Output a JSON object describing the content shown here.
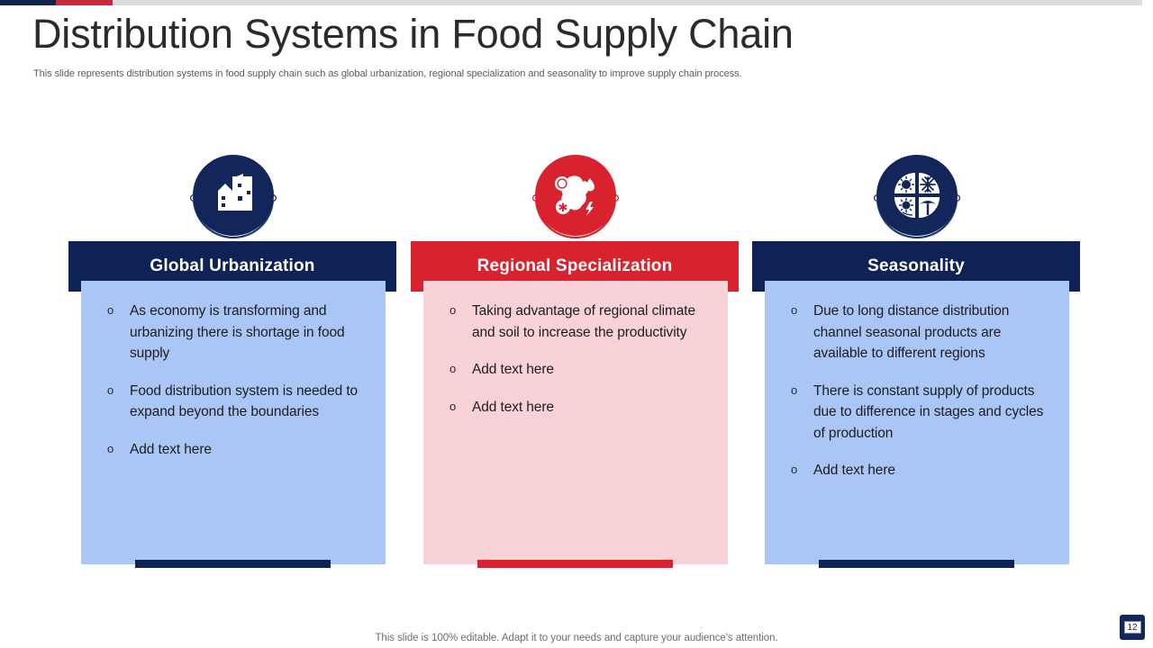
{
  "topbar": {
    "segments": [
      {
        "name": "navy",
        "color": "#15244f"
      },
      {
        "name": "red",
        "color": "#c8283c"
      },
      {
        "name": "gray",
        "color": "#dcdcdc"
      }
    ]
  },
  "header": {
    "title": "Distribution Systems in Food Supply Chain",
    "subtitle": "This slide represents distribution systems in food supply chain such as global urbanization, regional specialization and seasonality to improve supply chain process."
  },
  "columns": [
    {
      "icon": "city-buildings-icon",
      "icon_disc_color": "#13265c",
      "accent_color": "#0e2255",
      "header_color": "#0e2255",
      "body_color": "#aac6f7",
      "title": "Global Urbanization",
      "bullets": [
        "As economy is transforming and urbanizing there is shortage in food supply",
        "Food distribution system is needed to expand beyond the boundaries",
        "Add text here"
      ]
    },
    {
      "icon": "regional-climate-map-icon",
      "icon_disc_color": "#d8232f",
      "accent_color": "#d8232f",
      "header_color": "#d8232f",
      "body_color": "#f8d2d6",
      "title": "Regional Specialization",
      "bullets": [
        "Taking advantage of regional climate and soil to increase the productivity",
        "Add text here",
        "Add text here"
      ]
    },
    {
      "icon": "four-seasons-icon",
      "icon_disc_color": "#13265c",
      "accent_color": "#0e2255",
      "header_color": "#0e2255",
      "body_color": "#aac6f7",
      "title": "Seasonality",
      "bullets": [
        "Due to long distance distribution channel seasonal products are available to different regions",
        "There is constant supply of products due to difference in stages and cycles of production",
        "Add text here"
      ]
    }
  ],
  "bullet_marker": "o",
  "footer": {
    "note": "This slide is 100% editable. Adapt it to your needs and capture your audience's attention.",
    "page_number": "12"
  }
}
